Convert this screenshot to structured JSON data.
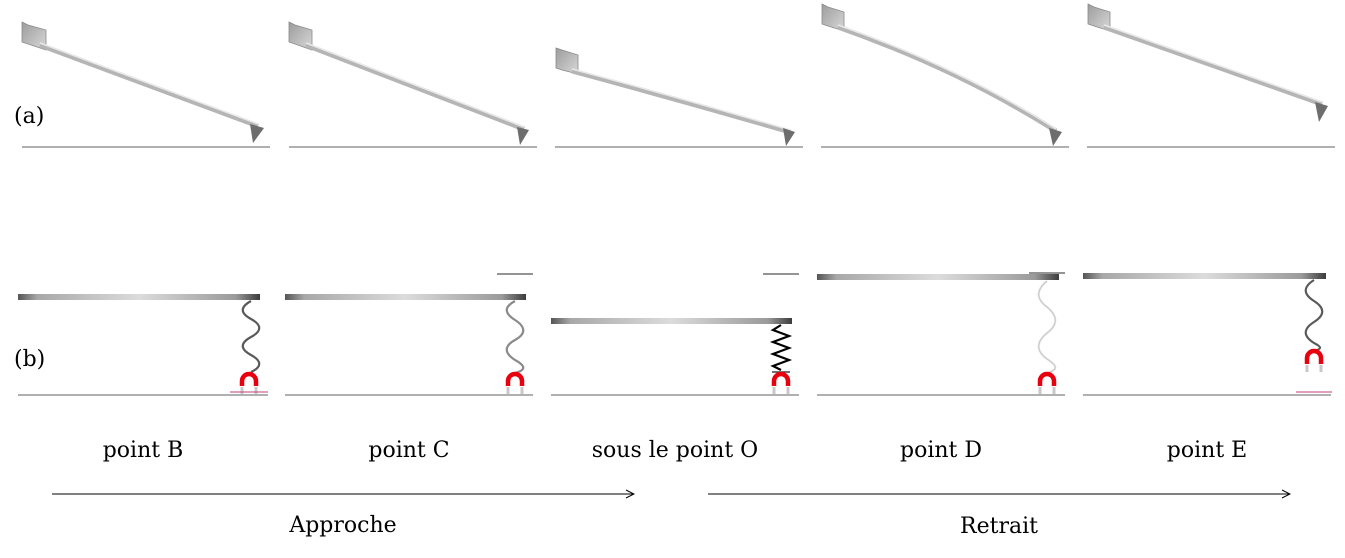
{
  "figure": {
    "row_labels": {
      "a": "(a)",
      "b": "(b)"
    },
    "columns": [
      {
        "label": "point B"
      },
      {
        "label": "point C"
      },
      {
        "label": "sous le point O"
      },
      {
        "label": "point D"
      },
      {
        "label": "point E"
      }
    ],
    "phases": [
      {
        "label": "Approche"
      },
      {
        "label": "Retrait"
      }
    ],
    "colors": {
      "magnet": "#e8000f",
      "substrate_mark": "#c0407a",
      "surface_line": "#808080",
      "beam_light": "#e6e6e6",
      "beam_dark": "#3a3a3a"
    }
  }
}
